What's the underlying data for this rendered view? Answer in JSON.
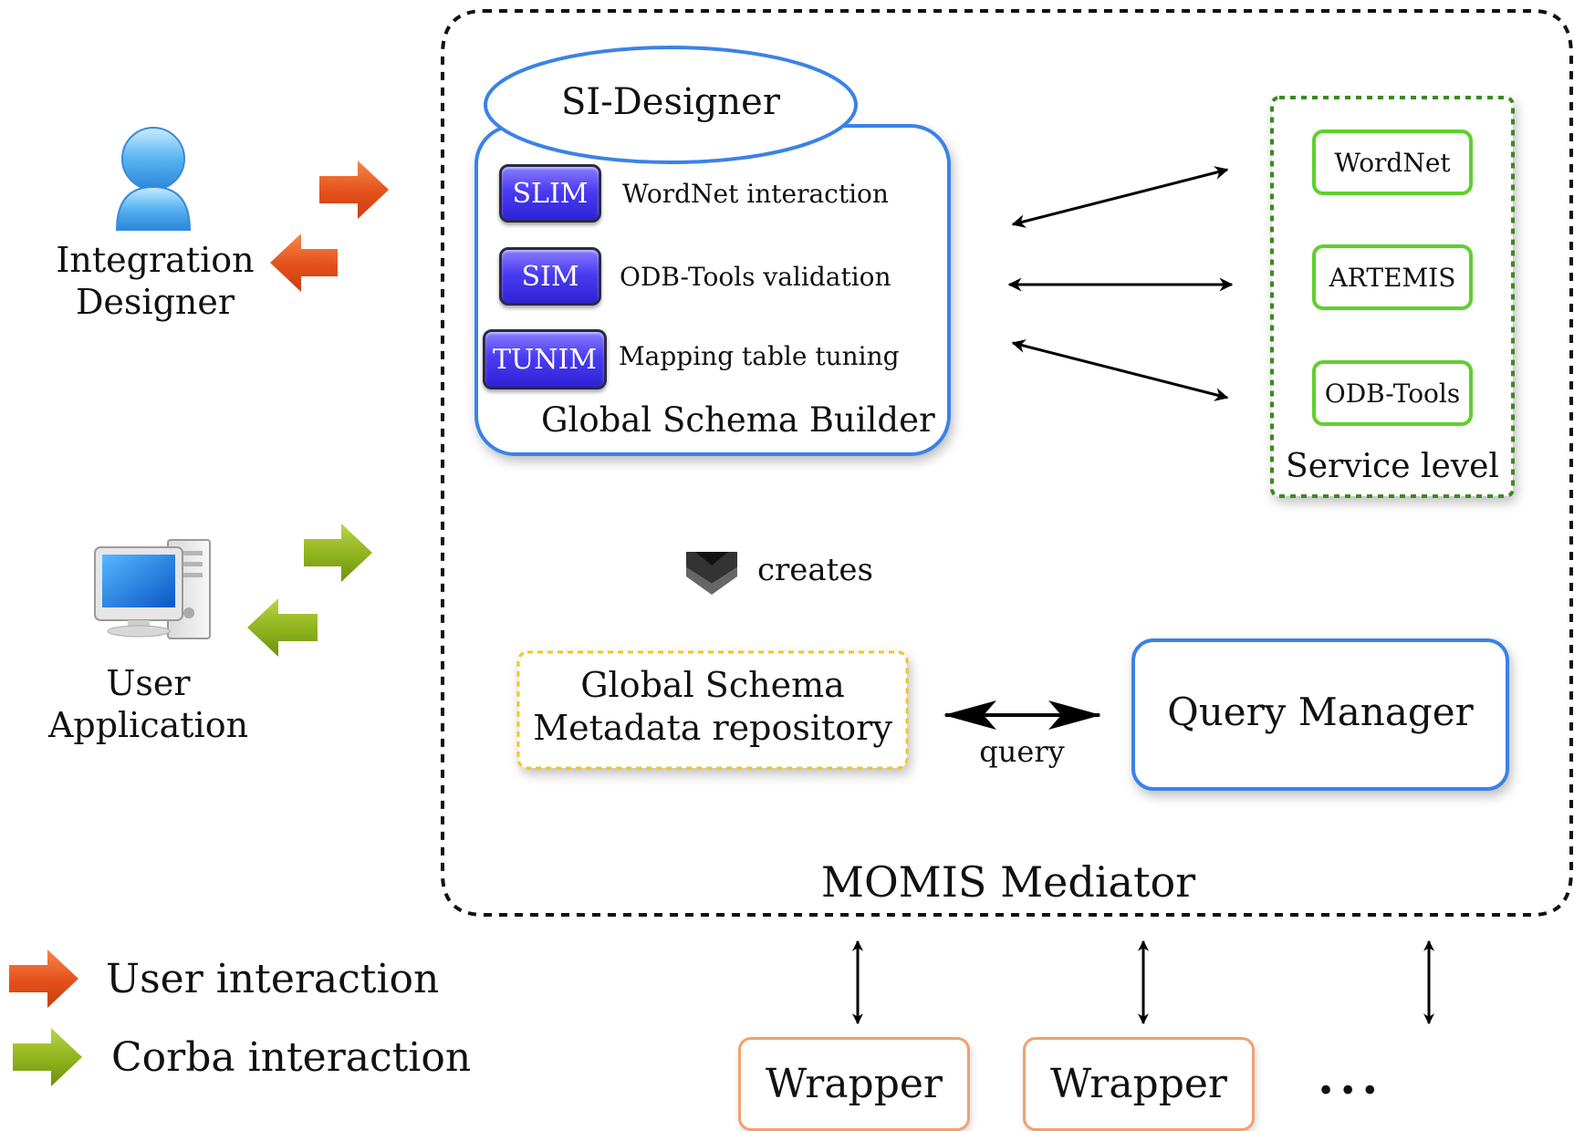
{
  "actors": {
    "integration_designer": "Integration\nDesigner",
    "user_application": "User\nApplication"
  },
  "si_designer": {
    "title": "SI-Designer",
    "container_label": "Global Schema Builder",
    "tools": [
      {
        "button": "SLIM",
        "description": "WordNet interaction"
      },
      {
        "button": "SIM",
        "description": "ODB-Tools validation"
      },
      {
        "button": "TUNIM",
        "description": "Mapping table tuning"
      }
    ]
  },
  "service_level": {
    "label": "Service level",
    "services": [
      "WordNet",
      "ARTEMIS",
      "ODB-Tools"
    ]
  },
  "creates_label": "creates",
  "repository": {
    "line1": "Global Schema",
    "line2": "Metadata repository"
  },
  "query_label": "query",
  "query_manager": "Query Manager",
  "mediator_label": "MOMIS Mediator",
  "wrappers": [
    "Wrapper",
    "Wrapper"
  ],
  "ellipsis": "...",
  "legend": [
    {
      "label": "User interaction",
      "color": "#e8501c"
    },
    {
      "label": "Corba interaction",
      "color": "#8fb21c"
    }
  ],
  "colors": {
    "builder_border": "#3b82e6",
    "service_border": "#3a8a1e",
    "service_item_border": "#5fcf2e",
    "repository_border": "#f2c623",
    "wrapper_border": "#f0a070"
  }
}
